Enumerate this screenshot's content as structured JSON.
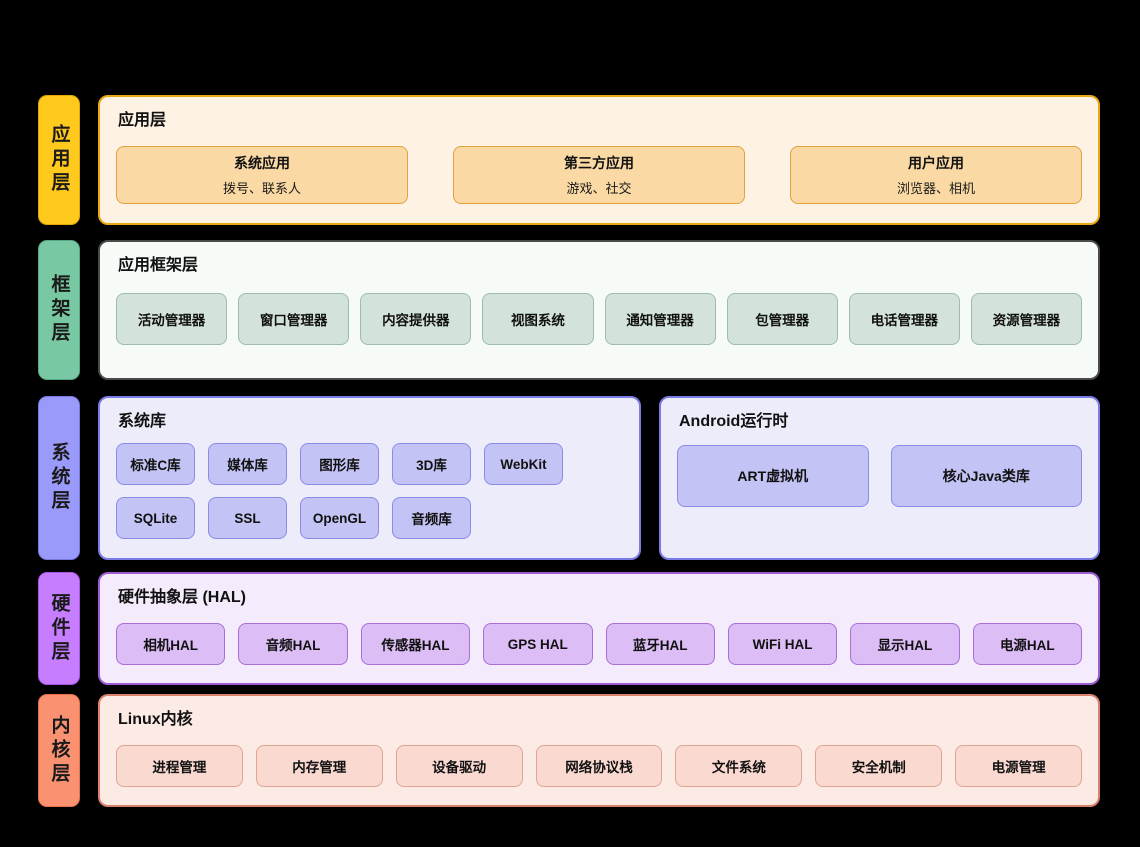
{
  "layers": [
    {
      "tab": "应用层",
      "title": "应用层",
      "tab_color": "#FFC91E",
      "panel_bg": "#FDF2E3",
      "items": [
        {
          "title": "系统应用",
          "sub": "拨号、联系人"
        },
        {
          "title": "第三方应用",
          "sub": "游戏、社交"
        },
        {
          "title": "用户应用",
          "sub": "浏览器、相机"
        }
      ]
    },
    {
      "tab": "框架层",
      "title": "应用框架层",
      "tab_color": "#78C9A3",
      "panel_bg": "#F7FBF8",
      "items": [
        {
          "title": "活动管理器"
        },
        {
          "title": "窗口管理器"
        },
        {
          "title": "内容提供器"
        },
        {
          "title": "视图系统"
        },
        {
          "title": "通知管理器"
        },
        {
          "title": "包管理器"
        },
        {
          "title": "电话管理器"
        },
        {
          "title": "资源管理器"
        }
      ]
    },
    {
      "tab": "系统层",
      "tab_color": "#9A9AFB",
      "panel_bg": "#ECECFB",
      "libraries": {
        "title": "系统库",
        "row1": [
          {
            "title": "标准C库"
          },
          {
            "title": "媒体库"
          },
          {
            "title": "图形库"
          },
          {
            "title": "3D库"
          },
          {
            "title": "WebKit"
          }
        ],
        "row2": [
          {
            "title": "SQLite"
          },
          {
            "title": "SSL"
          },
          {
            "title": "OpenGL"
          },
          {
            "title": "音频库"
          }
        ]
      },
      "runtime": {
        "title": "Android运行时",
        "items": [
          {
            "title": "ART虚拟机"
          },
          {
            "title": "核心Java类库"
          }
        ]
      }
    },
    {
      "tab": "硬件层",
      "title": "硬件抽象层 (HAL)",
      "tab_color": "#C77DFF",
      "panel_bg": "#F4EBFC",
      "items": [
        {
          "title": "相机HAL"
        },
        {
          "title": "音频HAL"
        },
        {
          "title": "传感器HAL"
        },
        {
          "title": "GPS HAL"
        },
        {
          "title": "蓝牙HAL"
        },
        {
          "title": "WiFi HAL"
        },
        {
          "title": "显示HAL"
        },
        {
          "title": "电源HAL"
        }
      ]
    },
    {
      "tab": "内核层",
      "title": "Linux内核",
      "tab_color": "#FA9272",
      "panel_bg": "#FCEAE4",
      "items": [
        {
          "title": "进程管理"
        },
        {
          "title": "内存管理"
        },
        {
          "title": "设备驱动"
        },
        {
          "title": "网络协议栈"
        },
        {
          "title": "文件系统"
        },
        {
          "title": "安全机制"
        },
        {
          "title": "电源管理"
        }
      ]
    }
  ]
}
